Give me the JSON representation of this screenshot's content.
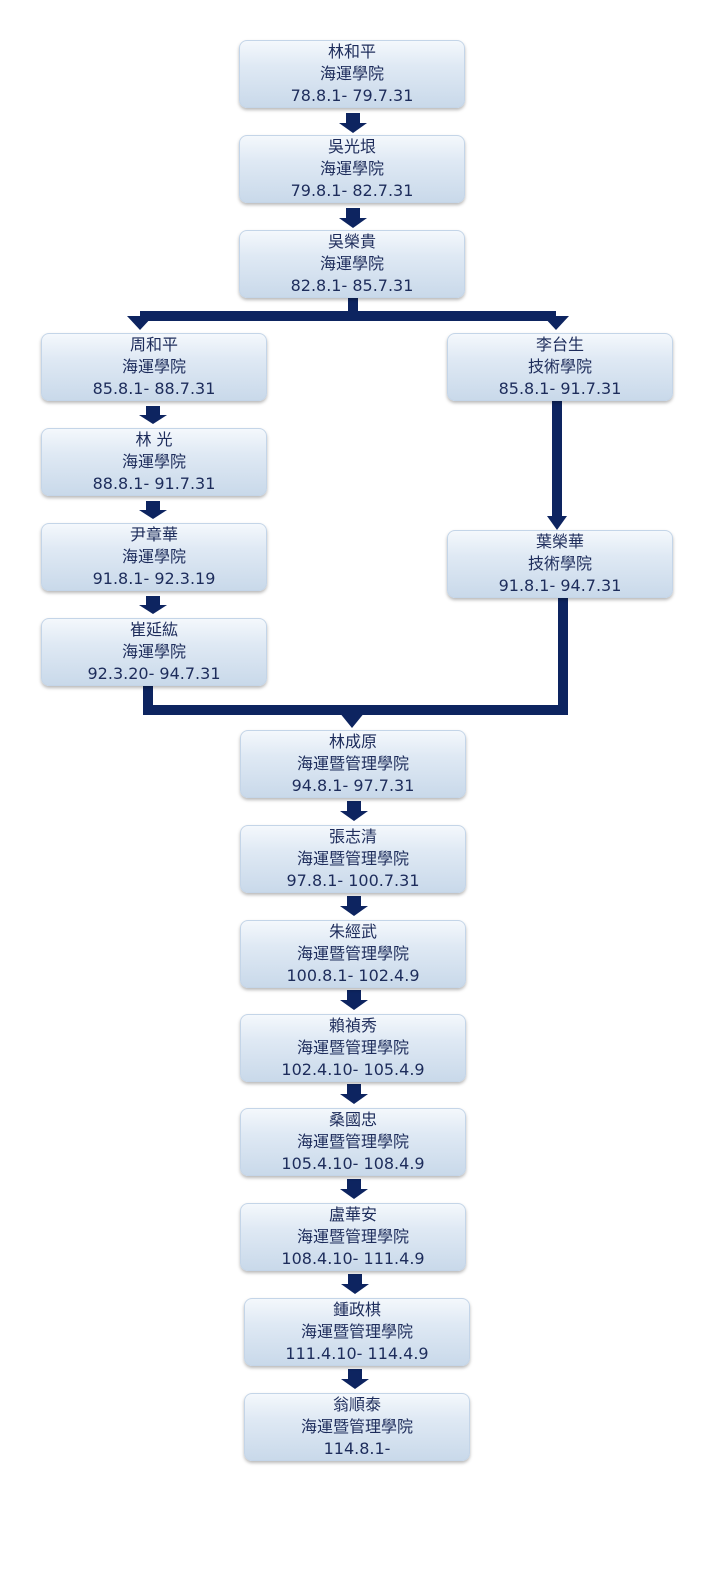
{
  "colors": {
    "connector": "#0d2460",
    "node_text": "#1d2c5b"
  },
  "nodes": [
    {
      "name": "林和平",
      "college": "海運學院",
      "term": "78.8.1- 79.7.31"
    },
    {
      "name": "吳光垠",
      "college": "海運學院",
      "term": "79.8.1- 82.7.31"
    },
    {
      "name": "吳榮貴",
      "college": "海運學院",
      "term": "82.8.1- 85.7.31"
    },
    {
      "name": "周和平",
      "college": "海運學院",
      "term": "85.8.1- 88.7.31"
    },
    {
      "name": "林  光",
      "college": "海運學院",
      "term": "88.8.1- 91.7.31"
    },
    {
      "name": "尹章華",
      "college": "海運學院",
      "term": "91.8.1- 92.3.19"
    },
    {
      "name": "崔延紘",
      "college": "海運學院",
      "term": "92.3.20- 94.7.31"
    },
    {
      "name": "李台生",
      "college": "技術學院",
      "term": "85.8.1- 91.7.31"
    },
    {
      "name": "葉榮華",
      "college": "技術學院",
      "term": "91.8.1- 94.7.31"
    },
    {
      "name": "林成原",
      "college": "海運暨管理學院",
      "term": "94.8.1- 97.7.31"
    },
    {
      "name": "張志清",
      "college": "海運暨管理學院",
      "term": "97.8.1- 100.7.31"
    },
    {
      "name": "朱經武",
      "college": "海運暨管理學院",
      "term": "100.8.1- 102.4.9"
    },
    {
      "name": "賴禎秀",
      "college": "海運暨管理學院",
      "term": "102.4.10- 105.4.9"
    },
    {
      "name": "桑國忠",
      "college": "海運暨管理學院",
      "term": "105.4.10- 108.4.9"
    },
    {
      "name": "盧華安",
      "college": "海運暨管理學院",
      "term": "108.4.10- 111.4.9"
    },
    {
      "name": "鍾政棋",
      "college": "海運暨管理學院",
      "term": "111.4.10- 114.4.9"
    },
    {
      "name": "翁順泰",
      "college": "海運暨管理學院",
      "term": "114.8.1-"
    }
  ]
}
